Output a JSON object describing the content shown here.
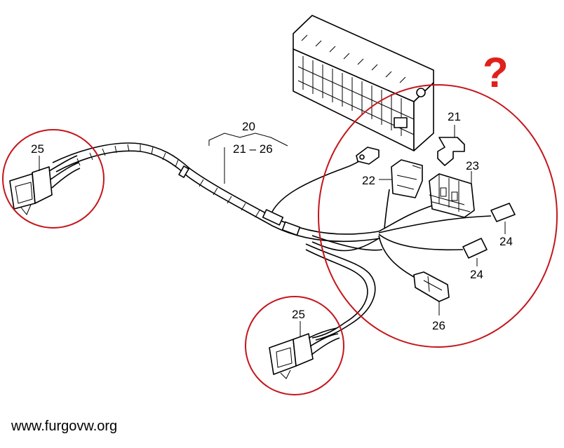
{
  "callouts": {
    "c20": "20",
    "c21_26": "21 – 26",
    "c21": "21",
    "c22": "22",
    "c23": "23",
    "c24a": "24",
    "c24b": "24",
    "c25a": "25",
    "c25b": "25",
    "c26": "26"
  },
  "annotation": {
    "question": "?"
  },
  "footer": {
    "site": "www.furgovw.org"
  },
  "colors": {
    "circle": "#c4161c",
    "question": "#e0201a",
    "line": "#000000"
  }
}
